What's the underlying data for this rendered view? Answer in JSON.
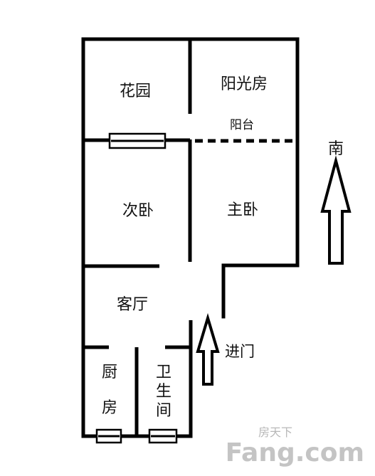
{
  "rooms": {
    "garden": "花园",
    "sunroom": "阳光房",
    "balcony": "阳台",
    "second_bedroom": "次卧",
    "master_bedroom": "主卧",
    "living_room": "客厅",
    "kitchen": [
      "厨",
      "房"
    ],
    "bathroom": [
      "卫",
      "生",
      "间"
    ]
  },
  "labels": {
    "entrance": "进门",
    "south": "南"
  },
  "watermark": {
    "chinese": "房天下",
    "latin": "Fang.com"
  },
  "colors": {
    "wall": "#000000",
    "background": "#ffffff",
    "watermark": "#c4c4c4"
  }
}
